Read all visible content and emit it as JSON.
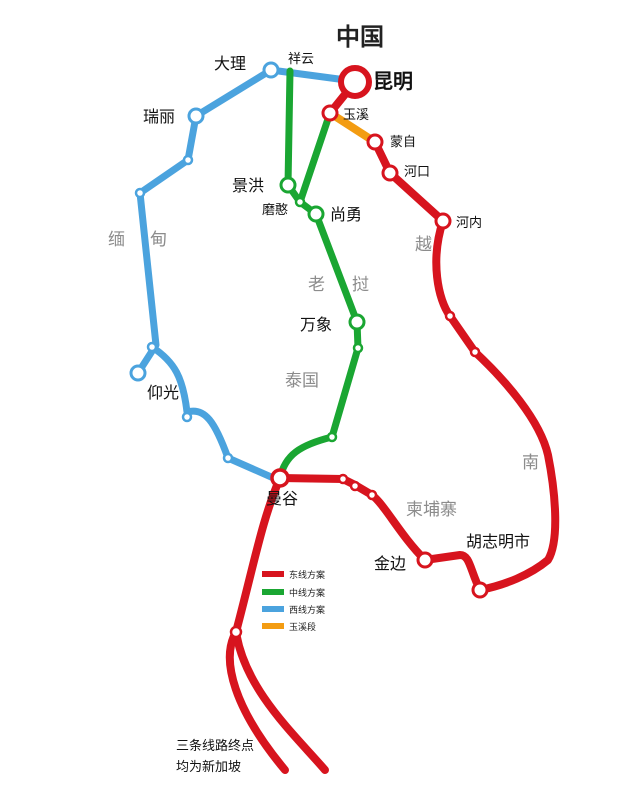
{
  "country_label": "中国",
  "regions": {
    "myanmar": [
      "缅",
      "甸"
    ],
    "laos": [
      "老",
      "挝"
    ],
    "thailand": "泰国",
    "vietnam": [
      "越",
      "南"
    ],
    "cambodia": "柬埔寨"
  },
  "cities": {
    "kunming": "昆明",
    "xiangyun": "祥云",
    "dali": "大理",
    "ruili": "瑞丽",
    "yuxi": "玉溪",
    "mengzi": "蒙自",
    "hekou": "河口",
    "hanoi": "河内",
    "jinghong": "景洪",
    "mohan": "磨憨",
    "shangyong": "尚勇",
    "vientiane": "万象",
    "yangon": "仰光",
    "bangkok": "曼谷",
    "phnom_penh": "金边",
    "hochiminh": "胡志明市"
  },
  "legend": [
    {
      "label": "东线方案",
      "color": "#d7141e"
    },
    {
      "label": "中线方案",
      "color": "#1aa632"
    },
    {
      "label": "西线方案",
      "color": "#4ba3de"
    },
    {
      "label": "玉溪段",
      "color": "#f39c12"
    }
  ],
  "note": [
    "三条线路终点",
    "均为新加坡"
  ],
  "colors": {
    "east": "#d7141e",
    "middle": "#1aa632",
    "west": "#4ba3de",
    "yuxi": "#f39c12"
  }
}
